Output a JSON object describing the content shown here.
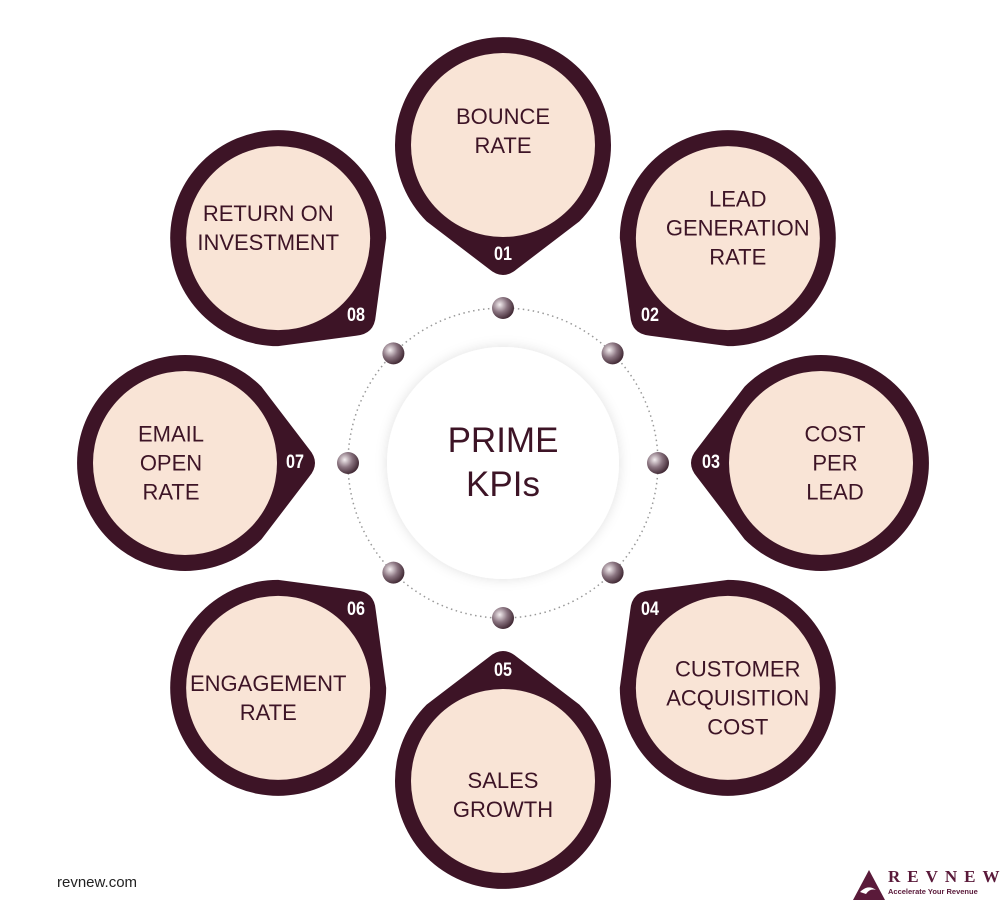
{
  "title_lines": [
    "PRIME",
    "KPIs"
  ],
  "kpis": [
    {
      "number": "01",
      "lines": [
        "BOUNCE",
        "RATE"
      ]
    },
    {
      "number": "02",
      "lines": [
        "LEAD",
        "GENERATION",
        "RATE"
      ]
    },
    {
      "number": "03",
      "lines": [
        "COST",
        "PER",
        "LEAD"
      ]
    },
    {
      "number": "04",
      "lines": [
        "CUSTOMER",
        "ACQUISITION",
        "COST"
      ]
    },
    {
      "number": "05",
      "lines": [
        "SALES",
        "GROWTH"
      ]
    },
    {
      "number": "06",
      "lines": [
        "ENGAGEMENT",
        "RATE"
      ]
    },
    {
      "number": "07",
      "lines": [
        "EMAIL",
        "OPEN",
        "RATE"
      ]
    },
    {
      "number": "08",
      "lines": [
        "RETURN ON",
        "INVESTMENT"
      ]
    }
  ],
  "footer": "revnew.com",
  "logo": {
    "brand": "REVNEW",
    "tagline": "Accelerate Your Revenue"
  },
  "colors": {
    "dark": "#3d1426",
    "fill": "#f9e4d6",
    "sphere": "#6b5560"
  }
}
